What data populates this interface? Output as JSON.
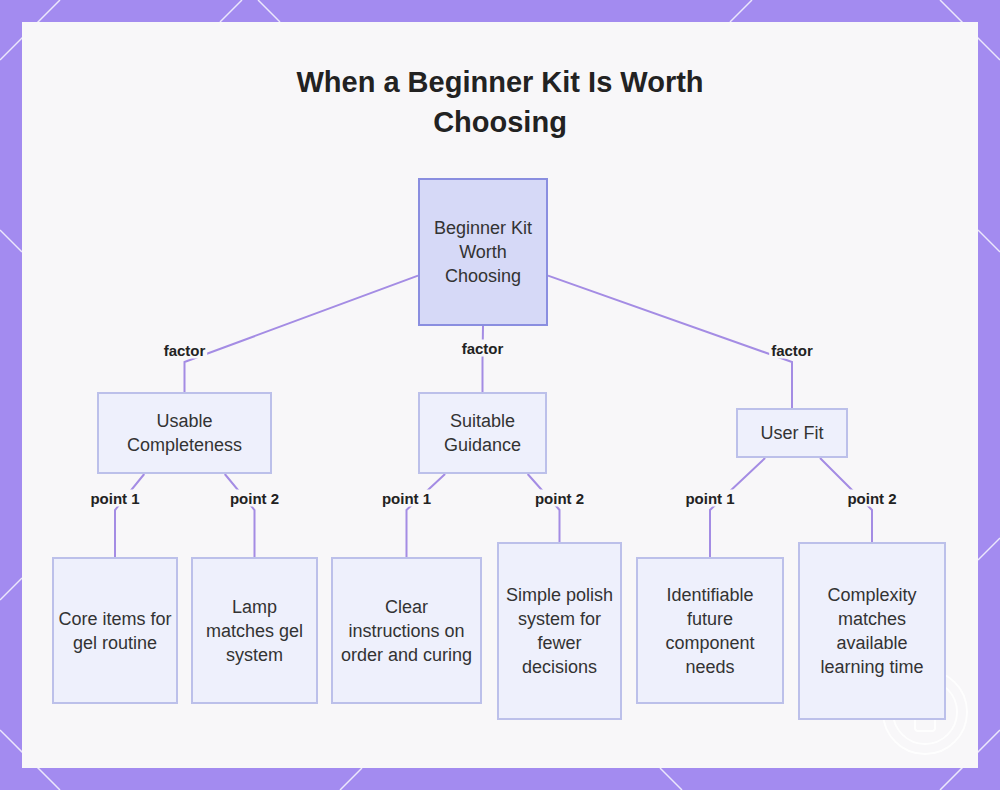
{
  "diagram": {
    "title": "When a Beginner Kit Is Worth Choosing",
    "nodes": [
      {
        "text": [
          "Beginner Kit Worth Choosing"
        ]
      },
      {
        "text": [
          "Usable Completeness"
        ]
      },
      {
        "text": [
          "Suitable Guidance"
        ]
      },
      {
        "text": [
          "User Fit"
        ]
      },
      {
        "text": [
          "Core items for gel routine"
        ]
      },
      {
        "text": [
          "Lamp matches gel system"
        ]
      },
      {
        "text": [
          "Clear instructions on order and curing"
        ]
      },
      {
        "text": [
          "Simple polish system for fewer decisions"
        ]
      },
      {
        "text": [
          "Identifiable future component needs"
        ]
      },
      {
        "text": [
          "Complexity matches available learning time"
        ]
      }
    ],
    "edges": [
      {
        "from": 0,
        "to": 1,
        "label": "factor",
        "arrow": "none"
      },
      {
        "from": 0,
        "to": 2,
        "label": "factor",
        "arrow": "none"
      },
      {
        "from": 0,
        "to": 3,
        "label": "factor",
        "arrow": "none"
      },
      {
        "from": 1,
        "to": 4,
        "label": "point 1",
        "arrow": "none"
      },
      {
        "from": 1,
        "to": 5,
        "label": "point 2",
        "arrow": "none"
      },
      {
        "from": 2,
        "to": 6,
        "label": "point 1",
        "arrow": "none"
      },
      {
        "from": 2,
        "to": 7,
        "label": "point 2",
        "arrow": "none"
      },
      {
        "from": 3,
        "to": 8,
        "label": "point 1",
        "arrow": "none"
      },
      {
        "from": 3,
        "to": 9,
        "label": "point 2",
        "arrow": "none"
      }
    ]
  }
}
